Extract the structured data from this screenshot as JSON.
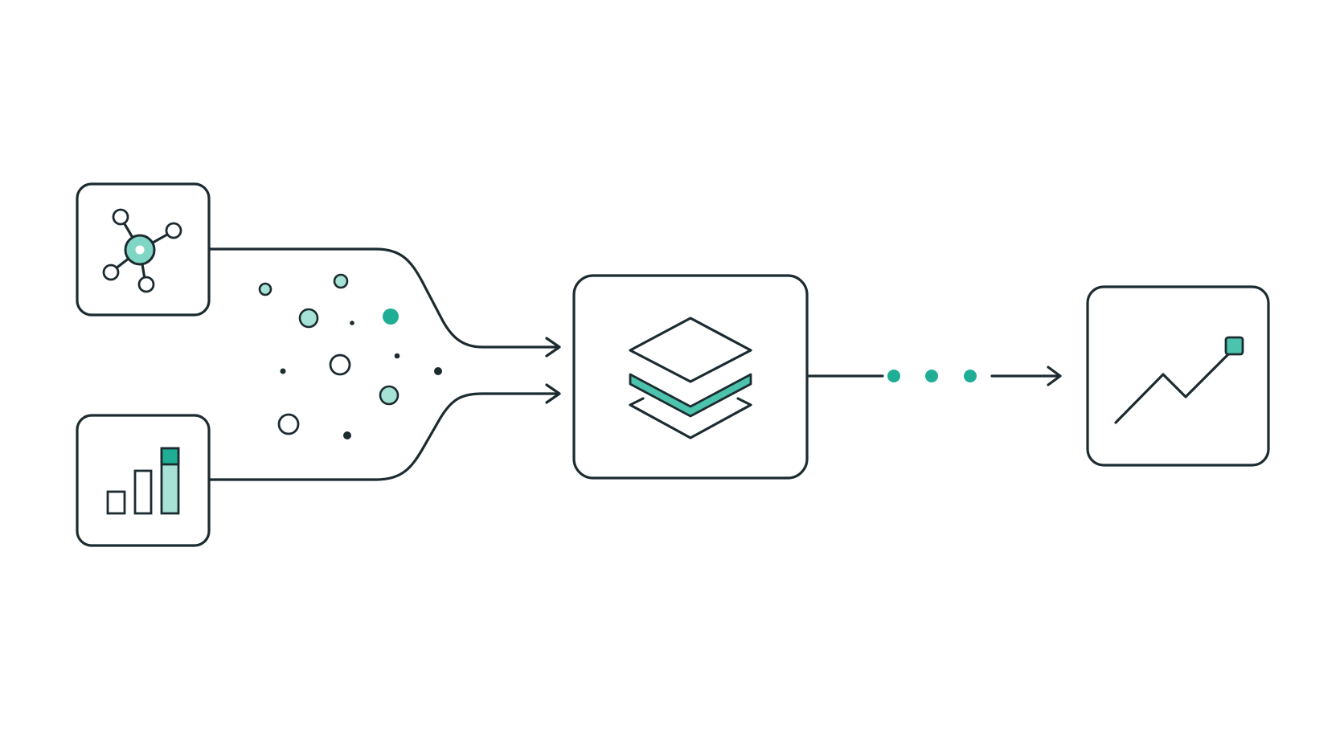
{
  "diagram": {
    "nodes": [
      {
        "id": "network",
        "icon": "network-nodes-icon"
      },
      {
        "id": "bar-chart",
        "icon": "bar-chart-icon"
      },
      {
        "id": "layers",
        "icon": "layers-stack-icon"
      },
      {
        "id": "trend",
        "icon": "trend-line-icon"
      }
    ],
    "edges": [
      {
        "from": "network",
        "to": "layers"
      },
      {
        "from": "bar-chart",
        "to": "layers"
      },
      {
        "from": "layers",
        "to": "trend"
      }
    ],
    "colors": {
      "stroke": "#1c2b30",
      "accent": "#1fae95",
      "accent_light": "#a6e3d6",
      "background": "#ffffff"
    }
  }
}
